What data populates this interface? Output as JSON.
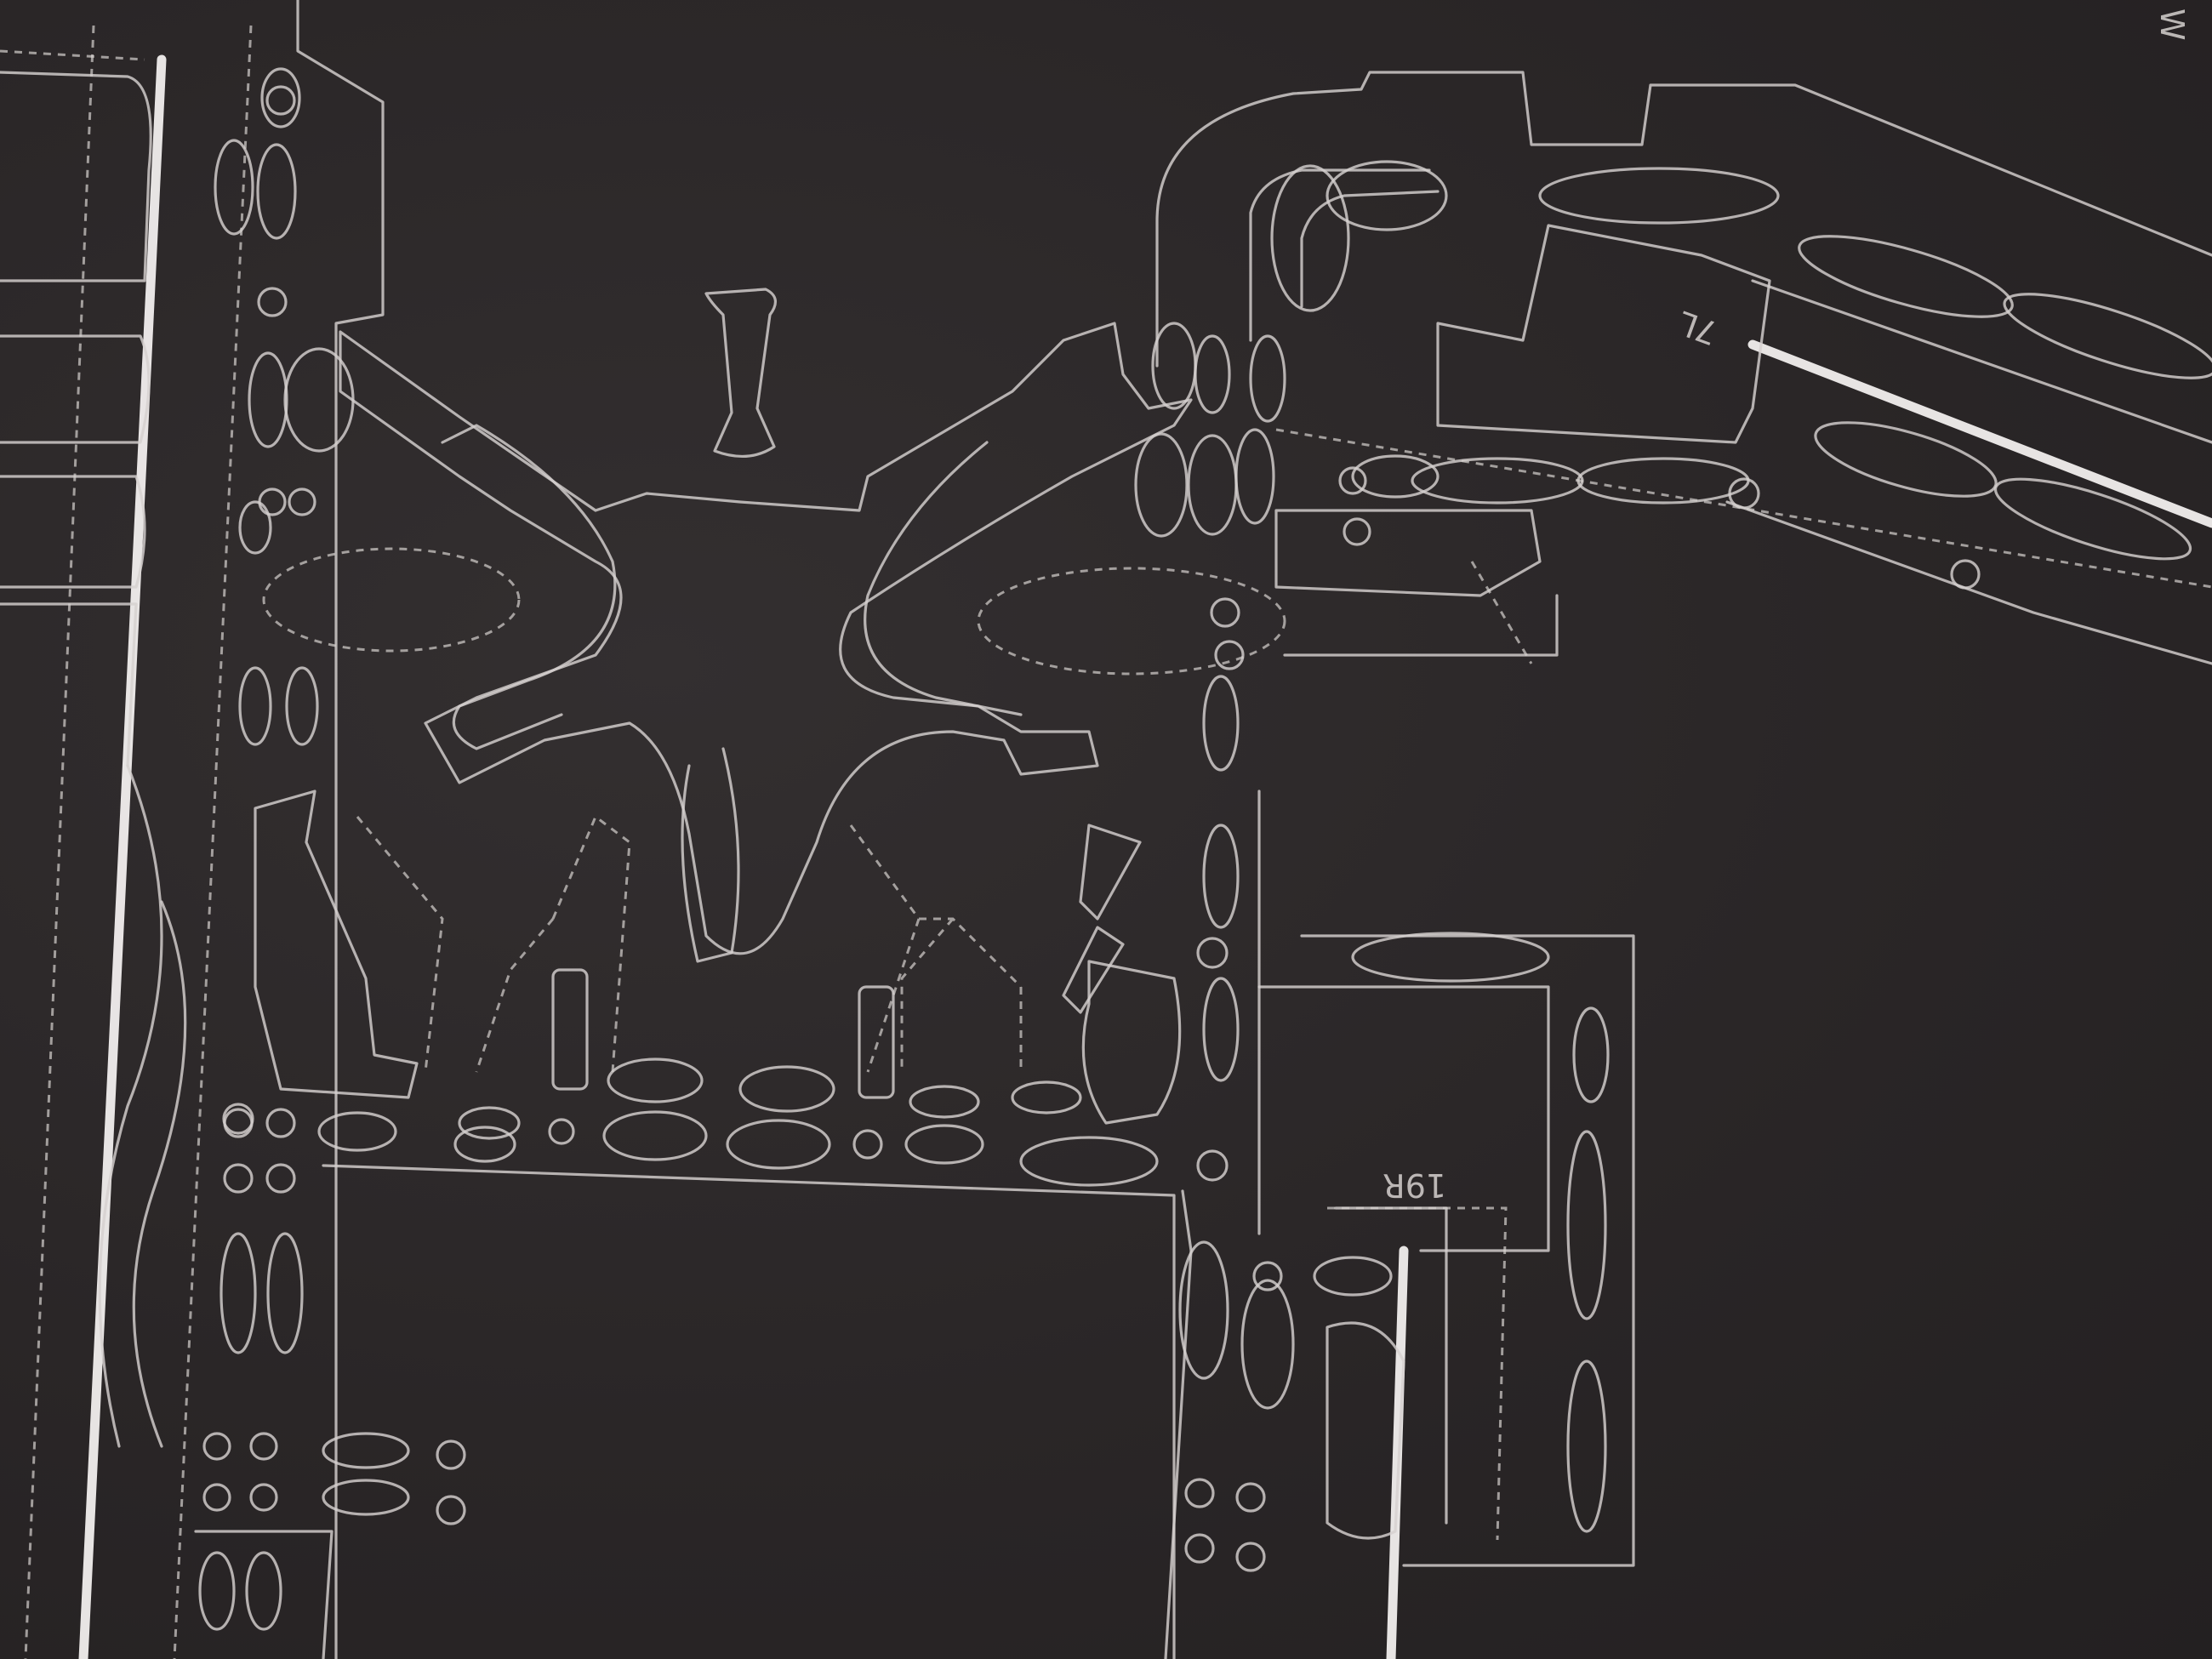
{
  "colors": {
    "background": "#2b2728",
    "line": "#d6d1cf",
    "solid_line": "#f2efee"
  },
  "labels": {
    "label_19r": "19R",
    "label_7l": "7L",
    "label_corner": "W"
  }
}
